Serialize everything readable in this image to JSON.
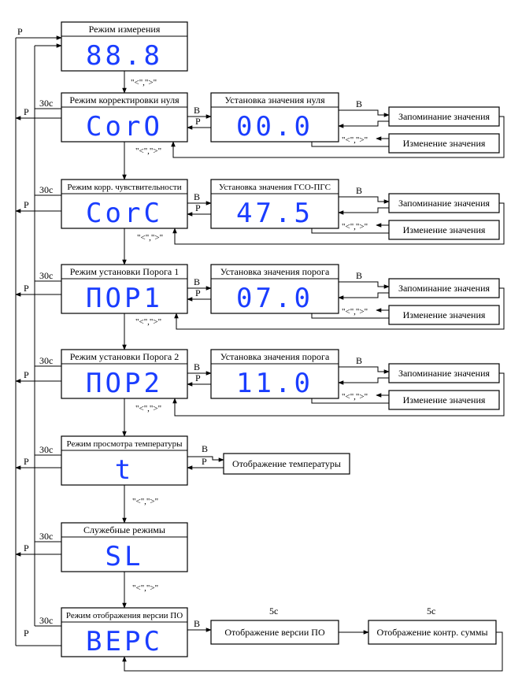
{
  "modes": [
    {
      "title": "Режим измерения",
      "display": "88.8",
      "timeout": ""
    },
    {
      "title": "Режим корректировки нуля",
      "display": "CorO",
      "timeout": "30с"
    },
    {
      "title": "Режим корр. чувствительности",
      "display": "CorC",
      "timeout": "30с"
    },
    {
      "title": "Режим установки Порога 1",
      "display": "ПОР1",
      "timeout": "30с"
    },
    {
      "title": "Режим установки Порога 2",
      "display": "ПОР2",
      "timeout": "30с"
    },
    {
      "title": "Режим просмотра температуры",
      "display": "t",
      "timeout": "30с"
    },
    {
      "title": "Служебные режимы",
      "display": "SL",
      "timeout": "30с"
    },
    {
      "title": "Режим отображения версии ПО",
      "display": "ВЕРС",
      "timeout": "30с"
    }
  ],
  "setting_boxes": [
    {
      "title": "Установка значения нуля",
      "display": "00.0"
    },
    {
      "title": "Установка значения ГСО-ПГС",
      "display": "47.5"
    },
    {
      "title": "Установка значения порога",
      "display": "07.0"
    },
    {
      "title": "Установка значения порога",
      "display": "11.0"
    }
  ],
  "actions": {
    "save": "Запоминание значения",
    "change": "Изменение значения"
  },
  "temperature_box": "Отображение температуры",
  "version_box": "Отображение версии ПО",
  "checksum_box": "Отображение контр. суммы",
  "labels": {
    "b": "В",
    "p": "Р",
    "arrows": "\"<\",\">\"",
    "delay": "5с"
  }
}
